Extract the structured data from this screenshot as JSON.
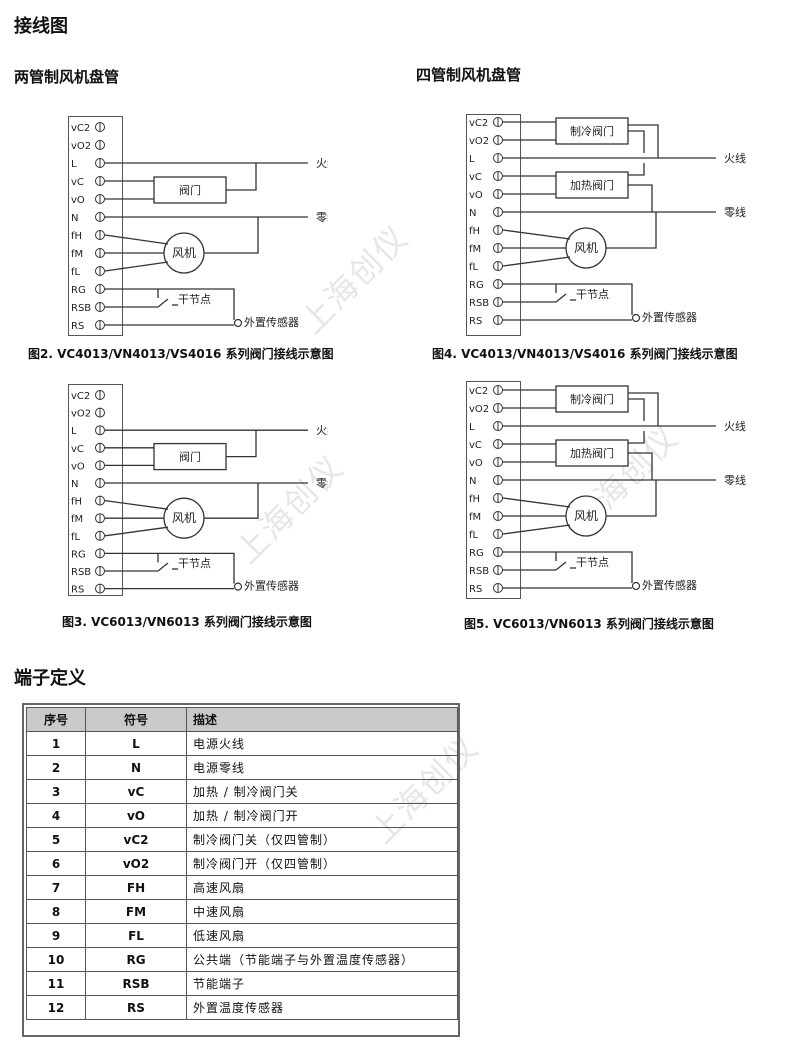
{
  "title": "接线图",
  "left_heading": "两管制风机盘管",
  "right_heading": "四管制风机盘管",
  "terminals": [
    "vC2",
    "vO2",
    "L",
    "vC",
    "vO",
    "N",
    "FH",
    "FM",
    "FL",
    "RG",
    "RSB",
    "RS"
  ],
  "labels": {
    "live": "火线",
    "neutral": "零线",
    "valve": "阀门",
    "cool_valve": "制冷阀门",
    "heat_valve": "加热阀门",
    "fan": "风机",
    "dry_contact": "干节点",
    "ext_sensor": "外置传感器"
  },
  "captions": {
    "fig2": "图2. VC4013/VN4013/VS4016 系列阀门接线示意图",
    "fig3": "图3. VC6013/VN6013 系列阀门接线示意图",
    "fig4": "图4. VC4013/VN4013/VS4016 系列阀门接线示意图",
    "fig5": "图5. VC6013/VN6013 系列阀门接线示意图"
  },
  "watermark": "上海创仪",
  "section2_title": "端子定义",
  "table": {
    "headers": [
      "序号",
      "符号",
      "描述"
    ],
    "rows": [
      [
        "1",
        "L",
        "电源火线"
      ],
      [
        "2",
        "N",
        "电源零线"
      ],
      [
        "3",
        "vC",
        "加热 / 制冷阀门关"
      ],
      [
        "4",
        "vO",
        "加热 / 制冷阀门开"
      ],
      [
        "5",
        "vC2",
        "制冷阀门关（仅四管制）"
      ],
      [
        "6",
        "vO2",
        "制冷阀门开（仅四管制）"
      ],
      [
        "7",
        "FH",
        "高速风扇"
      ],
      [
        "8",
        "FM",
        "中速风扇"
      ],
      [
        "9",
        "FL",
        "低速风扇"
      ],
      [
        "10",
        "RG",
        "公共端（节能端子与外置温度传感器）"
      ],
      [
        "11",
        "RSB",
        "节能端子"
      ],
      [
        "12",
        "RS",
        "外置温度传感器"
      ]
    ]
  }
}
